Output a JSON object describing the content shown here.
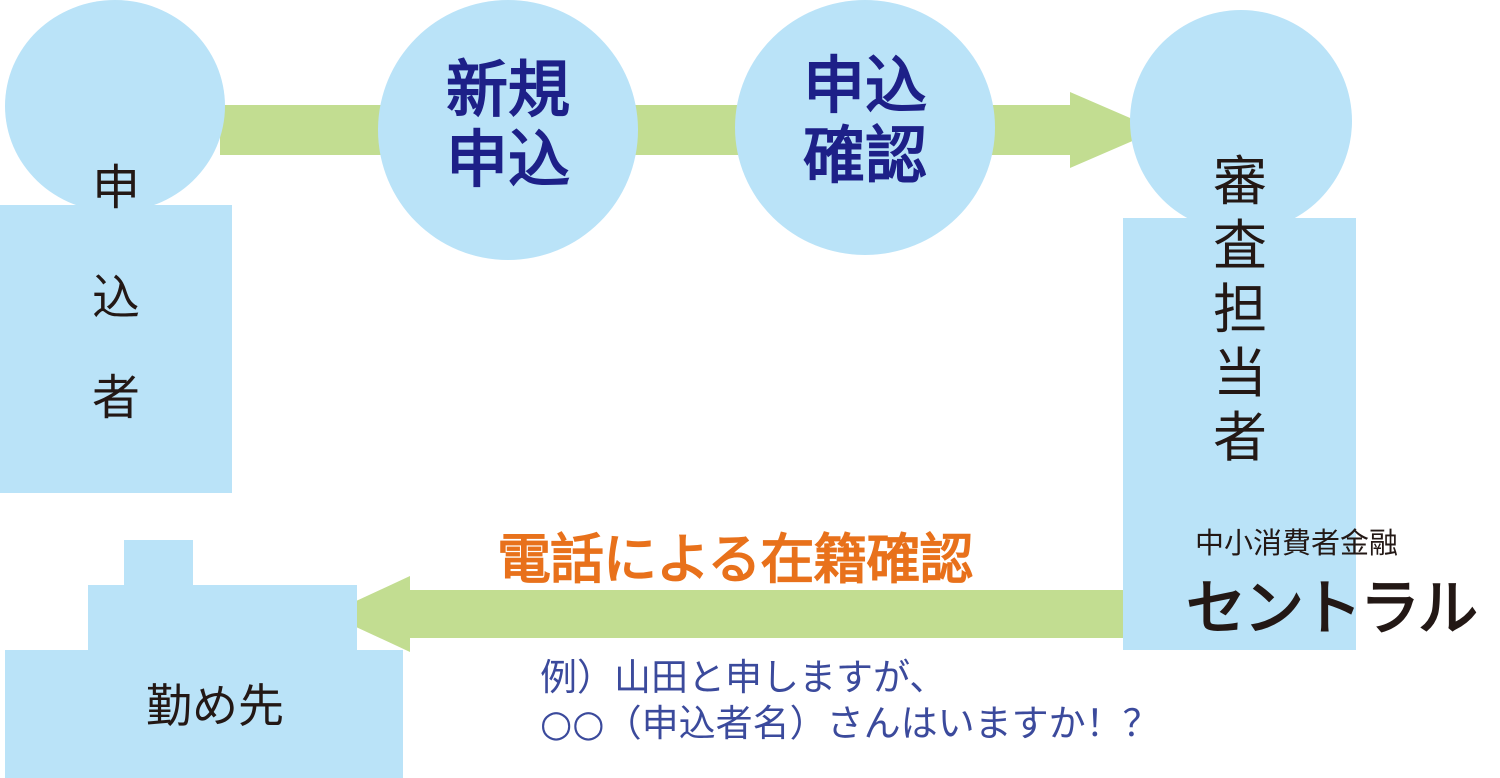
{
  "applicant": {
    "chars": [
      "申",
      "込",
      "者"
    ]
  },
  "steps": [
    {
      "line1": "新規",
      "line2": "申込"
    },
    {
      "line1": "申込",
      "line2": "確認"
    }
  ],
  "reviewer": {
    "chars": [
      "審",
      "査",
      "担",
      "当",
      "者"
    ]
  },
  "company": {
    "subtitle": "中小消費者金融",
    "name": "セントラル"
  },
  "call_label": "電話による在籍確認",
  "workplace": {
    "label": "勤め先"
  },
  "example": {
    "line1": "例）山田と申しますが、",
    "line2": "○○（申込者名）さんはいますか！？"
  },
  "colors": {
    "shape_blue": "#bae3f8",
    "arrow_green": "#c2dd91",
    "step_text": "#1d2088",
    "call_text": "#e8711b",
    "example_text": "#3b4a9c"
  }
}
